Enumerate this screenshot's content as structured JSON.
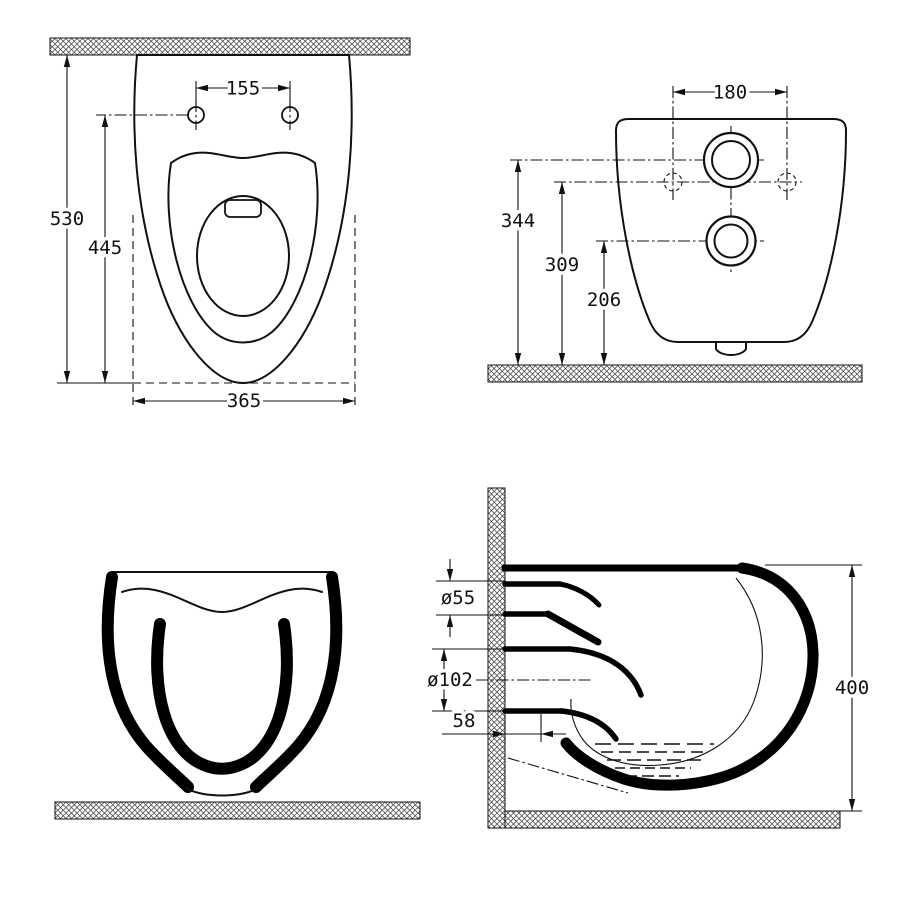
{
  "drawing": {
    "line_color": "#111111",
    "background": "#ffffff"
  },
  "views": {
    "top": {
      "name": "top-view",
      "dims": {
        "fixing_hole_spacing": "155",
        "total_depth": "530",
        "depth_to_fixings": "445",
        "width": "365"
      }
    },
    "front": {
      "name": "front-view",
      "dims": {
        "fixing_spacing": "180",
        "inlet_center_height": "344",
        "fixing_center_height": "309",
        "outlet_center_height": "206"
      }
    },
    "front_section": {
      "name": "front-cross-section"
    },
    "side_section": {
      "name": "side-cross-section",
      "dims": {
        "inlet_diameter": "ø55",
        "outlet_diameter": "ø102",
        "outlet_projection": "58",
        "overall_height": "400"
      }
    }
  }
}
